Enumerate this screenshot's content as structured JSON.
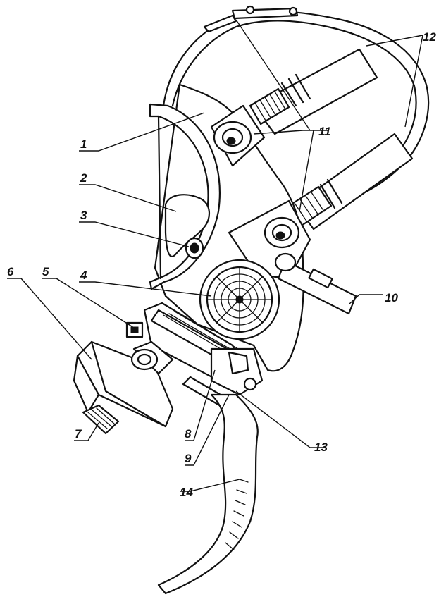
{
  "labels": [
    "1",
    "2",
    "3",
    "4",
    "5",
    "6",
    "7",
    "8",
    "9",
    "10",
    "11",
    "12",
    "13",
    "14"
  ],
  "colors": {
    "ink": "#111111",
    "paper": "#ffffff"
  }
}
